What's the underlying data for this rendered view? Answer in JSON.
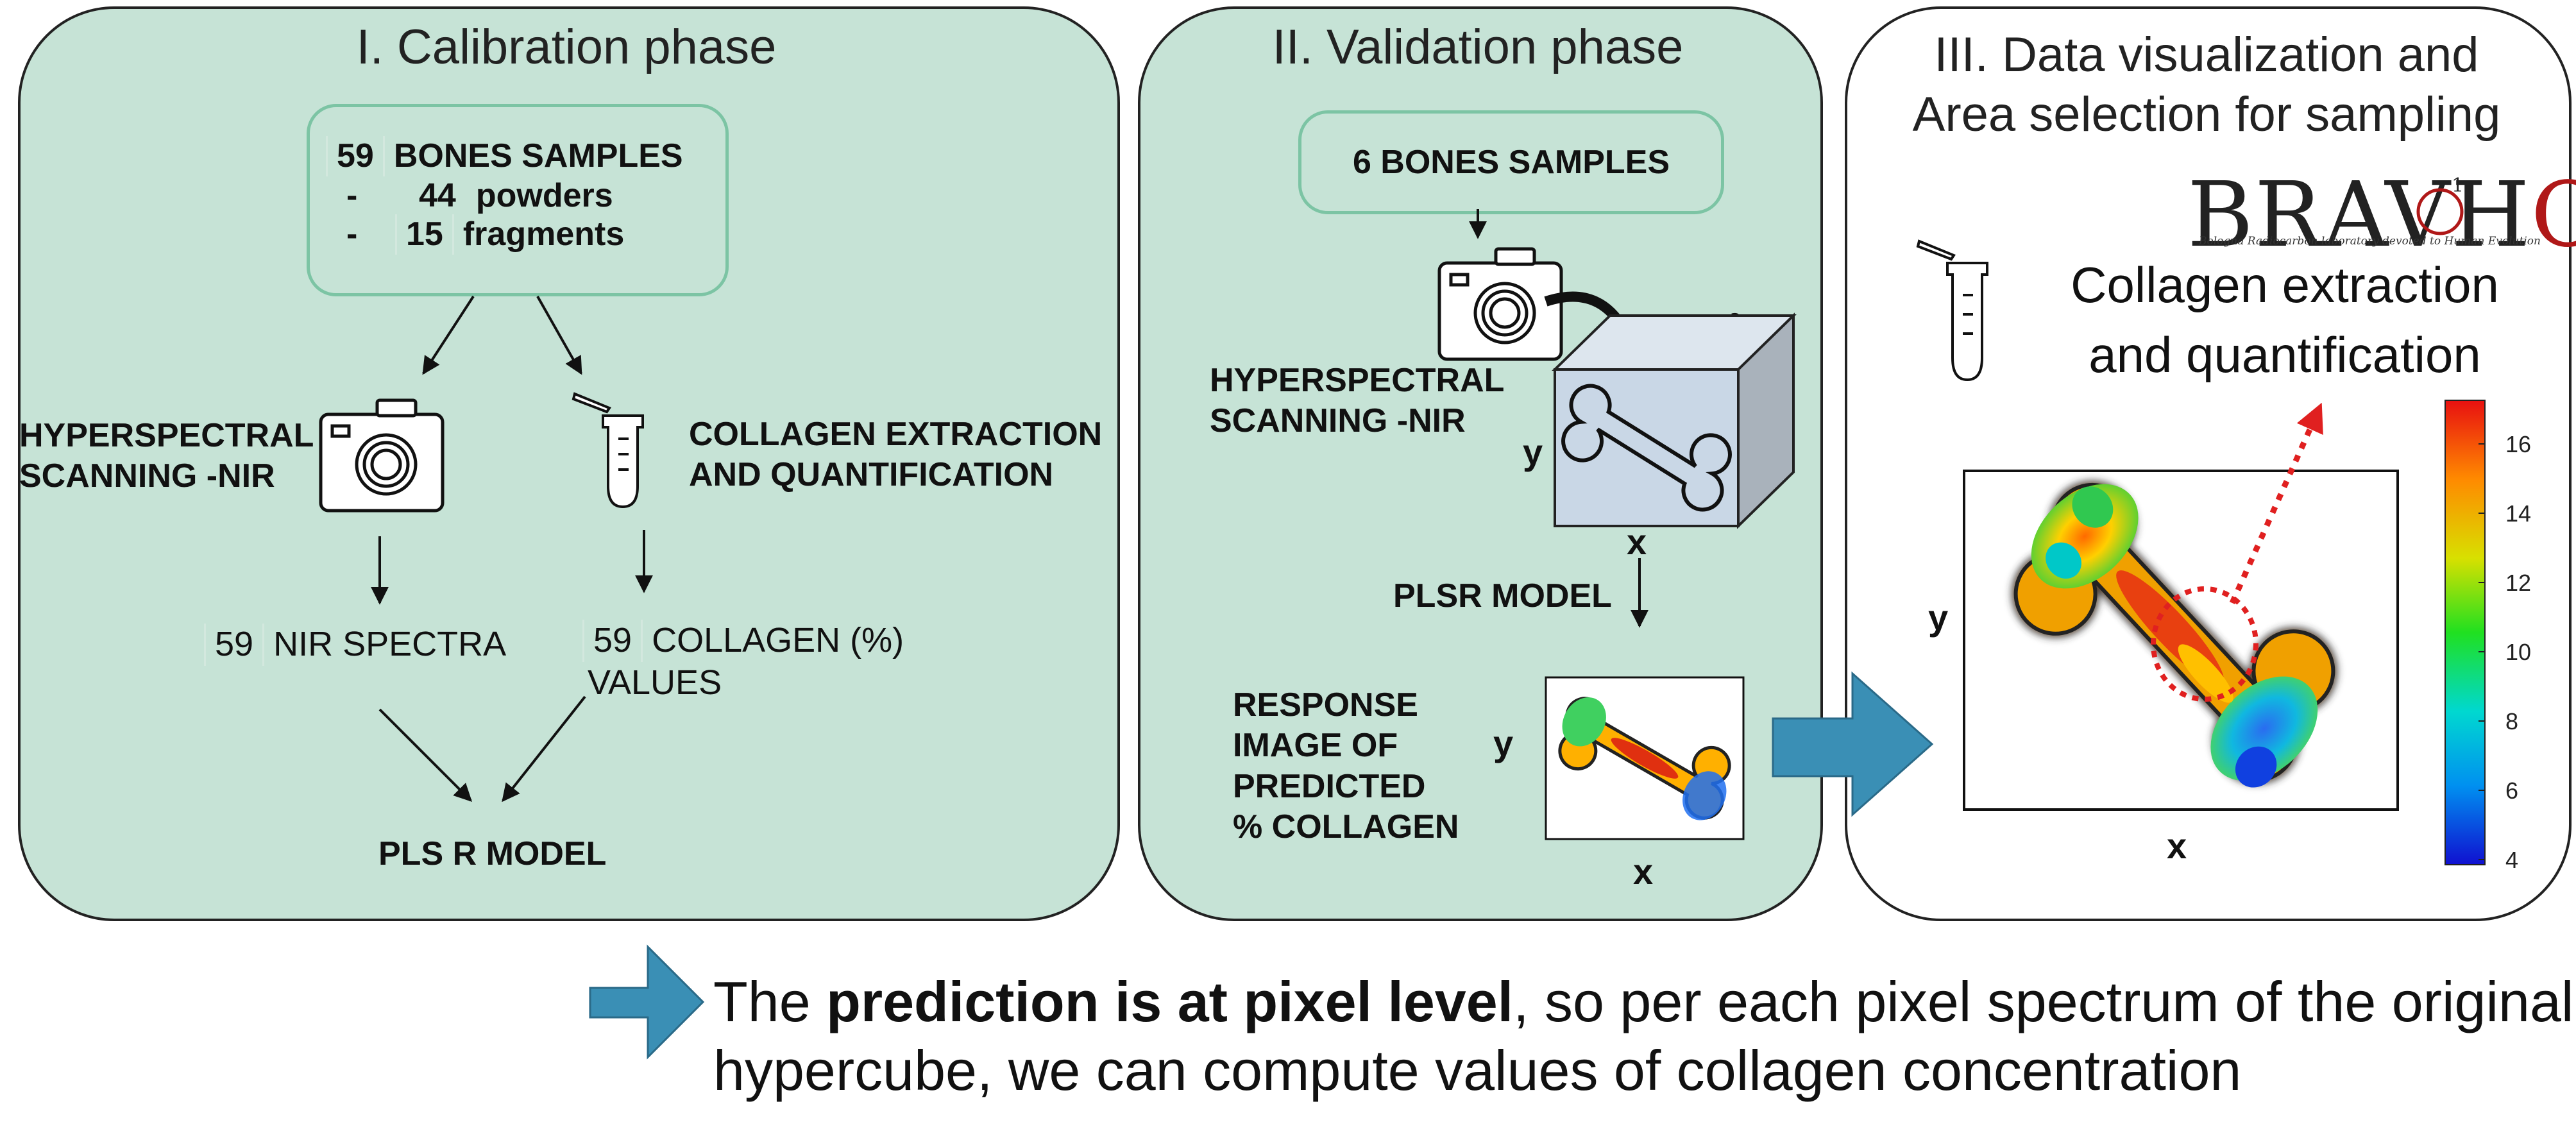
{
  "calibration": {
    "title": "I. Calibration phase",
    "samples_count": "59",
    "samples_label": "BONES SAMPLES",
    "powders_dash": "-",
    "powders_count": "44",
    "powders_label": "powders",
    "fragments_dash": "-",
    "fragments_count": "15",
    "fragments_label": "fragments",
    "hyperspectral_line1": "HYPERSPECTRAL",
    "hyperspectral_line2": "SCANNING -NIR",
    "collagen_line1": "COLLAGEN EXTRACTION",
    "collagen_line2": "AND QUANTIFICATION",
    "nir_count": "59",
    "nir_label": "NIR SPECTRA",
    "collagen_count": "59",
    "collagen_values_line1": "COLLAGEN (%)",
    "collagen_values_line2": "VALUES",
    "model": "PLS R MODEL"
  },
  "validation": {
    "title": "II. Validation phase",
    "samples_label": "6 BONES SAMPLES",
    "hyperspectral_line1": "HYPERSPECTRAL",
    "hyperspectral_line2": "SCANNING -NIR",
    "cube_lambda": "λ",
    "cube_y": "y",
    "cube_x": "x",
    "model": "PLSR MODEL",
    "response_line1": "RESPONSE",
    "response_line2": "IMAGE OF",
    "response_line3": "PREDICTED",
    "response_line4": "% COLLAGEN",
    "image_y": "y",
    "image_x": "x"
  },
  "visualization": {
    "title_line1": "III. Data visualization and",
    "title_line2": "Area selection for sampling",
    "logo_text": "BRAVH",
    "logo_o": "O",
    "logo_superscript": "1",
    "logo_subtitle": "Bologna Radiocarbon laboratory devoted to Human Evolution",
    "collagen_line1": "Collagen extraction",
    "collagen_line2": "and quantification",
    "image_y": "y",
    "image_x": "x",
    "colorbar_ticks": [
      "16",
      "14",
      "12",
      "10",
      "8",
      "6",
      "4"
    ]
  },
  "footer": {
    "prefix": "The ",
    "bold": "prediction is at pixel level",
    "suffix": ", so per each pixel spectrum of the original",
    "line2": "hypercube, we can compute values of collagen concentration"
  },
  "colors": {
    "panel_fill": "#c6e3d6",
    "box_border": "#7cc4a4",
    "arrow_blue": "#3a8fb5",
    "dotted_red": "#e02020"
  }
}
